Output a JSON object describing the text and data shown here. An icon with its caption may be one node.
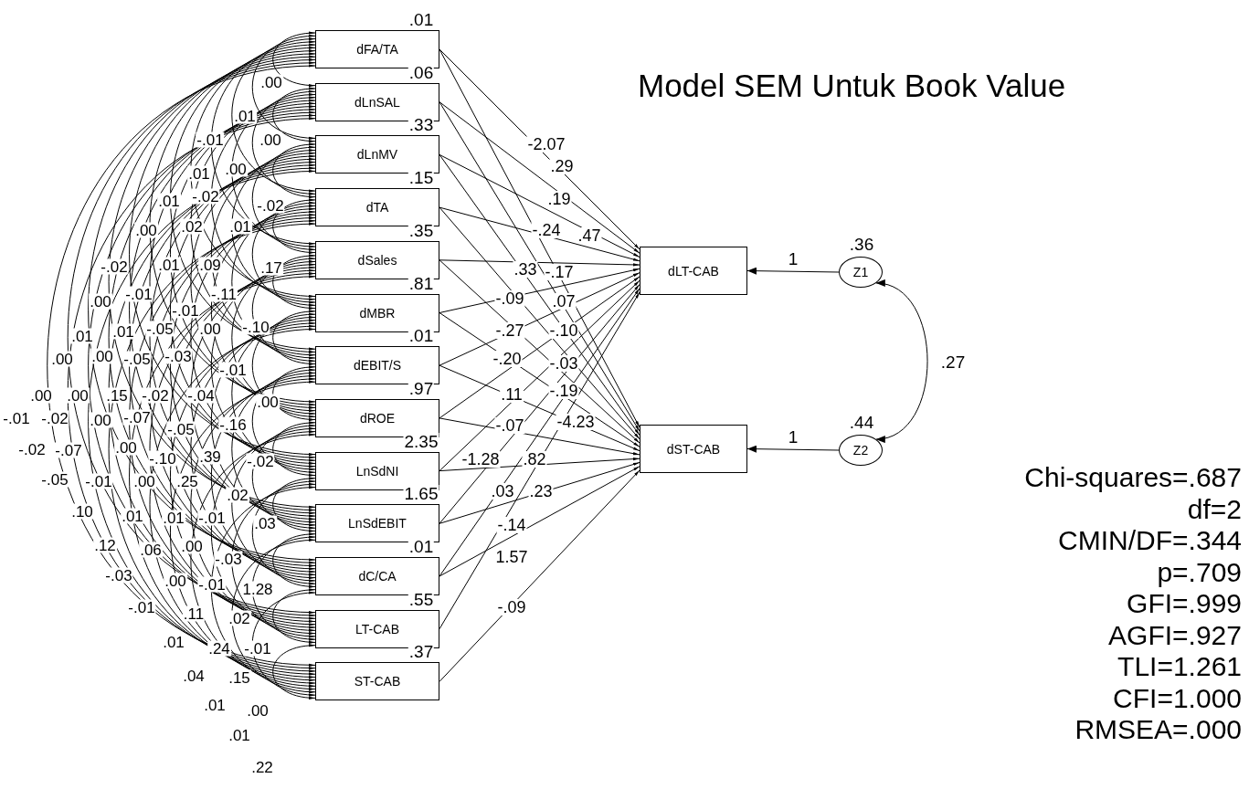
{
  "diagram": {
    "title": "Model SEM Untuk Book Value",
    "nodes": [
      {
        "text": [
          "dFA/TA"
        ],
        "beside": [
          ".01"
        ]
      },
      {
        "text": [
          "dLnSAL"
        ],
        "beside": [
          ".06"
        ]
      },
      {
        "text": [
          "dLnMV"
        ],
        "beside": [
          ".33"
        ]
      },
      {
        "text": [
          "dTA"
        ],
        "beside": [
          ".15"
        ]
      },
      {
        "text": [
          "dSales"
        ],
        "beside": [
          ".35"
        ]
      },
      {
        "text": [
          "dMBR"
        ],
        "beside": [
          ".81"
        ]
      },
      {
        "text": [
          "dEBIT/S"
        ],
        "beside": [
          ".01"
        ]
      },
      {
        "text": [
          "dROE"
        ],
        "beside": [
          ".97"
        ]
      },
      {
        "text": [
          "LnSdNI"
        ],
        "beside": [
          "2.35"
        ]
      },
      {
        "text": [
          "LnSdEBIT"
        ],
        "beside": [
          "1.65"
        ]
      },
      {
        "text": [
          "dC/CA"
        ],
        "beside": [
          ".01"
        ]
      },
      {
        "text": [
          "LT-CAB"
        ],
        "beside": [
          ".55"
        ]
      },
      {
        "text": [
          "ST-CAB"
        ],
        "beside": [
          ".37"
        ]
      },
      {
        "text": [
          "dLT-CAB"
        ]
      },
      {
        "text": [
          "dST-CAB"
        ]
      },
      {
        "text": [
          "Z1"
        ],
        "beside": [
          ".36"
        ]
      },
      {
        "text": [
          "Z2"
        ],
        "beside": [
          ".44"
        ]
      }
    ],
    "edges": [
      {
        "from": 0,
        "to": 13,
        "arrow": "to"
      },
      {
        "from": 0,
        "to": 14,
        "arrow": "to"
      },
      {
        "from": 1,
        "to": 13,
        "arrow": "to"
      },
      {
        "from": 1,
        "to": 14,
        "arrow": "to"
      },
      {
        "from": 2,
        "to": 13,
        "arrow": "to"
      },
      {
        "from": 2,
        "to": 14,
        "arrow": "to"
      },
      {
        "from": 3,
        "to": 13,
        "arrow": "to"
      },
      {
        "from": 3,
        "to": 14,
        "arrow": "to"
      },
      {
        "from": 4,
        "to": 13,
        "arrow": "to"
      },
      {
        "from": 4,
        "to": 14,
        "arrow": "to"
      },
      {
        "from": 5,
        "to": 13,
        "arrow": "to"
      },
      {
        "from": 5,
        "to": 14,
        "arrow": "to"
      },
      {
        "from": 6,
        "to": 13,
        "arrow": "to"
      },
      {
        "from": 6,
        "to": 14,
        "arrow": "to"
      },
      {
        "from": 7,
        "to": 13,
        "arrow": "to"
      },
      {
        "from": 7,
        "to": 14,
        "arrow": "to"
      },
      {
        "from": 8,
        "to": 13,
        "arrow": "to"
      },
      {
        "from": 8,
        "to": 14,
        "arrow": "to"
      },
      {
        "from": 9,
        "to": 13,
        "arrow": "to"
      },
      {
        "from": 9,
        "to": 14,
        "arrow": "to"
      },
      {
        "from": 10,
        "to": 13,
        "arrow": "to"
      },
      {
        "from": 10,
        "to": 14,
        "arrow": "to"
      },
      {
        "from": 11,
        "to": 13,
        "arrow": "to"
      },
      {
        "from": 12,
        "to": 14,
        "arrow": "to"
      },
      {
        "from": 15,
        "to": 13,
        "label": "1",
        "arrow": "to"
      },
      {
        "from": 16,
        "to": 14,
        "label": "1",
        "arrow": "to"
      },
      {
        "from": 15,
        "to": 16,
        "label": ".27",
        "arrow": "both"
      },
      {
        "from": 0,
        "to": 1,
        "arrow": "both"
      },
      {
        "from": 0,
        "to": 2,
        "arrow": "both"
      },
      {
        "from": 0,
        "to": 3,
        "arrow": "both"
      },
      {
        "from": 0,
        "to": 4,
        "arrow": "both"
      },
      {
        "from": 0,
        "to": 5,
        "arrow": "both"
      },
      {
        "from": 0,
        "to": 6,
        "arrow": "both"
      },
      {
        "from": 0,
        "to": 7,
        "arrow": "both"
      },
      {
        "from": 0,
        "to": 8,
        "arrow": "both"
      },
      {
        "from": 0,
        "to": 9,
        "arrow": "both"
      },
      {
        "from": 0,
        "to": 10,
        "arrow": "both"
      },
      {
        "from": 0,
        "to": 11,
        "arrow": "both"
      },
      {
        "from": 0,
        "to": 12,
        "arrow": "both"
      },
      {
        "from": 1,
        "to": 2,
        "arrow": "both"
      },
      {
        "from": 1,
        "to": 3,
        "arrow": "both"
      },
      {
        "from": 1,
        "to": 4,
        "arrow": "both"
      },
      {
        "from": 1,
        "to": 5,
        "arrow": "both"
      },
      {
        "from": 1,
        "to": 6,
        "arrow": "both"
      },
      {
        "from": 1,
        "to": 7,
        "arrow": "both"
      },
      {
        "from": 1,
        "to": 8,
        "arrow": "both"
      },
      {
        "from": 1,
        "to": 9,
        "arrow": "both"
      },
      {
        "from": 1,
        "to": 10,
        "arrow": "both"
      },
      {
        "from": 1,
        "to": 11,
        "arrow": "both"
      },
      {
        "from": 1,
        "to": 12,
        "arrow": "both"
      },
      {
        "from": 2,
        "to": 3,
        "arrow": "both"
      },
      {
        "from": 2,
        "to": 4,
        "arrow": "both"
      },
      {
        "from": 2,
        "to": 5,
        "arrow": "both"
      },
      {
        "from": 2,
        "to": 6,
        "arrow": "both"
      },
      {
        "from": 2,
        "to": 7,
        "arrow": "both"
      },
      {
        "from": 2,
        "to": 8,
        "arrow": "both"
      },
      {
        "from": 2,
        "to": 9,
        "arrow": "both"
      },
      {
        "from": 2,
        "to": 10,
        "arrow": "both"
      },
      {
        "from": 2,
        "to": 11,
        "arrow": "both"
      },
      {
        "from": 2,
        "to": 12,
        "arrow": "both"
      },
      {
        "from": 3,
        "to": 4,
        "arrow": "both"
      },
      {
        "from": 3,
        "to": 5,
        "arrow": "both"
      },
      {
        "from": 3,
        "to": 6,
        "arrow": "both"
      },
      {
        "from": 3,
        "to": 7,
        "arrow": "both"
      },
      {
        "from": 3,
        "to": 8,
        "arrow": "both"
      },
      {
        "from": 3,
        "to": 9,
        "arrow": "both"
      },
      {
        "from": 3,
        "to": 10,
        "arrow": "both"
      },
      {
        "from": 3,
        "to": 11,
        "arrow": "both"
      },
      {
        "from": 3,
        "to": 12,
        "arrow": "both"
      },
      {
        "from": 4,
        "to": 5,
        "arrow": "both"
      },
      {
        "from": 4,
        "to": 6,
        "arrow": "both"
      },
      {
        "from": 4,
        "to": 7,
        "arrow": "both"
      },
      {
        "from": 4,
        "to": 8,
        "arrow": "both"
      },
      {
        "from": 4,
        "to": 9,
        "arrow": "both"
      },
      {
        "from": 4,
        "to": 10,
        "arrow": "both"
      },
      {
        "from": 4,
        "to": 11,
        "arrow": "both"
      },
      {
        "from": 4,
        "to": 12,
        "arrow": "both"
      },
      {
        "from": 5,
        "to": 6,
        "arrow": "both"
      },
      {
        "from": 5,
        "to": 7,
        "arrow": "both"
      },
      {
        "from": 5,
        "to": 8,
        "arrow": "both"
      },
      {
        "from": 5,
        "to": 9,
        "arrow": "both"
      },
      {
        "from": 5,
        "to": 10,
        "arrow": "both"
      },
      {
        "from": 5,
        "to": 11,
        "arrow": "both"
      },
      {
        "from": 5,
        "to": 12,
        "arrow": "both"
      },
      {
        "from": 6,
        "to": 7,
        "arrow": "both"
      },
      {
        "from": 6,
        "to": 8,
        "arrow": "both"
      },
      {
        "from": 6,
        "to": 9,
        "arrow": "both"
      },
      {
        "from": 6,
        "to": 10,
        "arrow": "both"
      },
      {
        "from": 6,
        "to": 11,
        "arrow": "both"
      },
      {
        "from": 6,
        "to": 12,
        "arrow": "both"
      },
      {
        "from": 7,
        "to": 8,
        "arrow": "both"
      },
      {
        "from": 7,
        "to": 9,
        "arrow": "both"
      },
      {
        "from": 7,
        "to": 10,
        "arrow": "both"
      },
      {
        "from": 7,
        "to": 11,
        "arrow": "both"
      },
      {
        "from": 7,
        "to": 12,
        "arrow": "both"
      },
      {
        "from": 8,
        "to": 9,
        "arrow": "both"
      },
      {
        "from": 8,
        "to": 10,
        "arrow": "both"
      },
      {
        "from": 8,
        "to": 11,
        "arrow": "both"
      },
      {
        "from": 8,
        "to": 12,
        "arrow": "both"
      },
      {
        "from": 9,
        "to": 10,
        "arrow": "both"
      },
      {
        "from": 9,
        "to": 11,
        "arrow": "both"
      },
      {
        "from": 9,
        "to": 12,
        "arrow": "both"
      },
      {
        "from": 10,
        "to": 11,
        "arrow": "both"
      },
      {
        "from": 10,
        "to": 12,
        "arrow": "both"
      },
      {
        "from": 11,
        "to": 12,
        "arrow": "both"
      }
    ],
    "labels": [
      ".00",
      ".01",
      "-.01",
      ".00",
      ".01",
      ".00",
      ".01",
      "-.02",
      "-.02",
      ".00",
      ".02",
      ".01",
      "-.02",
      ".01",
      ".09",
      ".17",
      ".00",
      "-.01",
      "-.11",
      "-.01",
      ".01",
      ".01",
      "-.05",
      ".00",
      "-.10",
      ".00",
      ".00",
      "-.05",
      "-.03",
      "-.01",
      ".00",
      ".00",
      ".15",
      "-.02",
      "-.04",
      ".00",
      "-.01",
      "-.02",
      ".00",
      "-.07",
      "-.05",
      "-.16",
      "-.02",
      "-.07",
      ".00",
      "-.10",
      ".39",
      "-.02",
      "-.05",
      "-.01",
      ".00",
      ".25",
      ".02",
      ".10",
      ".01",
      ".01",
      "-.01",
      ".03",
      ".12",
      ".06",
      ".00",
      "-.03",
      "-.03",
      ".00",
      "-.01",
      "1.28",
      "-.01",
      ".11",
      ".02",
      ".01",
      ".24",
      "-.01",
      ".04",
      ".15",
      ".01",
      ".00",
      ".01",
      ".22",
      "-2.07",
      ".29",
      ".19",
      "-.24",
      ".47",
      ".33",
      "-.17",
      "-.09",
      ".07",
      "-.27",
      "-.10",
      "-.20",
      "-.03",
      ".11",
      "-.19",
      "-.07",
      "-4.23",
      "-1.28",
      ".82",
      ".03",
      ".23",
      "-.14",
      "1.57",
      "-.09",
      "Chi-squares=.687",
      "df=2",
      "CMIN/DF=.344",
      "p=.709",
      "GFI=.999",
      "AGFI=.927",
      "TLI=1.261",
      "CFI=1.000",
      "RMSEA=.000"
    ]
  }
}
